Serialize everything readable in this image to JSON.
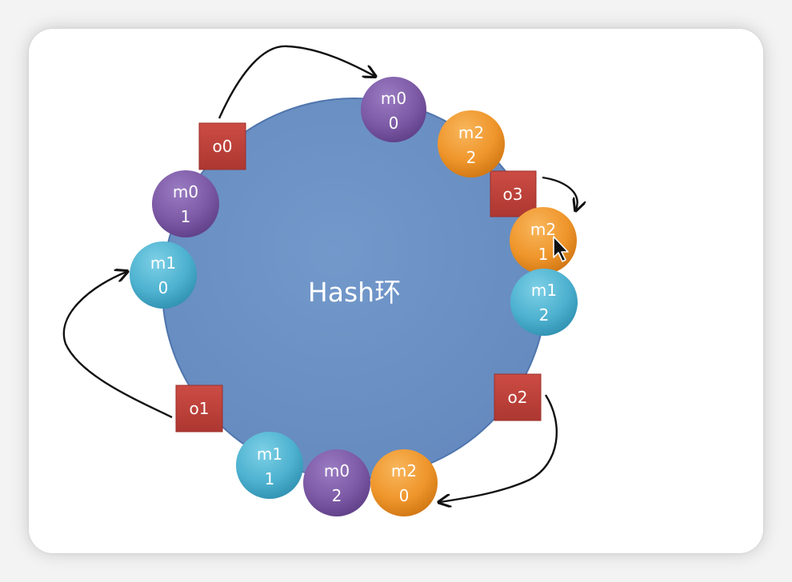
{
  "ring": {
    "label": "Hash环"
  },
  "colors": {
    "ring": "#6a8fc3",
    "ring_stroke": "#4f75ad",
    "m0": "#7f5da8",
    "m1": "#4fb3d1",
    "m2": "#f29a30",
    "object": "#c0433c"
  },
  "machines": [
    {
      "id": "m0-0",
      "name": "m0",
      "index": "0",
      "group": "m0"
    },
    {
      "id": "m2-2",
      "name": "m2",
      "index": "2",
      "group": "m2"
    },
    {
      "id": "m2-1",
      "name": "m2",
      "index": "1",
      "group": "m2"
    },
    {
      "id": "m1-2",
      "name": "m1",
      "index": "2",
      "group": "m1"
    },
    {
      "id": "m2-0",
      "name": "m2",
      "index": "0",
      "group": "m2"
    },
    {
      "id": "m0-2",
      "name": "m0",
      "index": "2",
      "group": "m0"
    },
    {
      "id": "m1-1",
      "name": "m1",
      "index": "1",
      "group": "m1"
    },
    {
      "id": "m1-0",
      "name": "m1",
      "index": "0",
      "group": "m1"
    },
    {
      "id": "m0-1",
      "name": "m0",
      "index": "1",
      "group": "m0"
    }
  ],
  "objects": [
    {
      "id": "o0",
      "label": "o0"
    },
    {
      "id": "o1",
      "label": "o1"
    },
    {
      "id": "o2",
      "label": "o2"
    },
    {
      "id": "o3",
      "label": "o3"
    }
  ],
  "arrows": [
    {
      "from": "o0",
      "to": "m0-0"
    },
    {
      "from": "o3",
      "to": "m2-1"
    },
    {
      "from": "o2",
      "to": "m2-0"
    },
    {
      "from": "o1",
      "to": "m1-0"
    }
  ],
  "cursor": {
    "icon": "mouse-pointer-icon"
  }
}
